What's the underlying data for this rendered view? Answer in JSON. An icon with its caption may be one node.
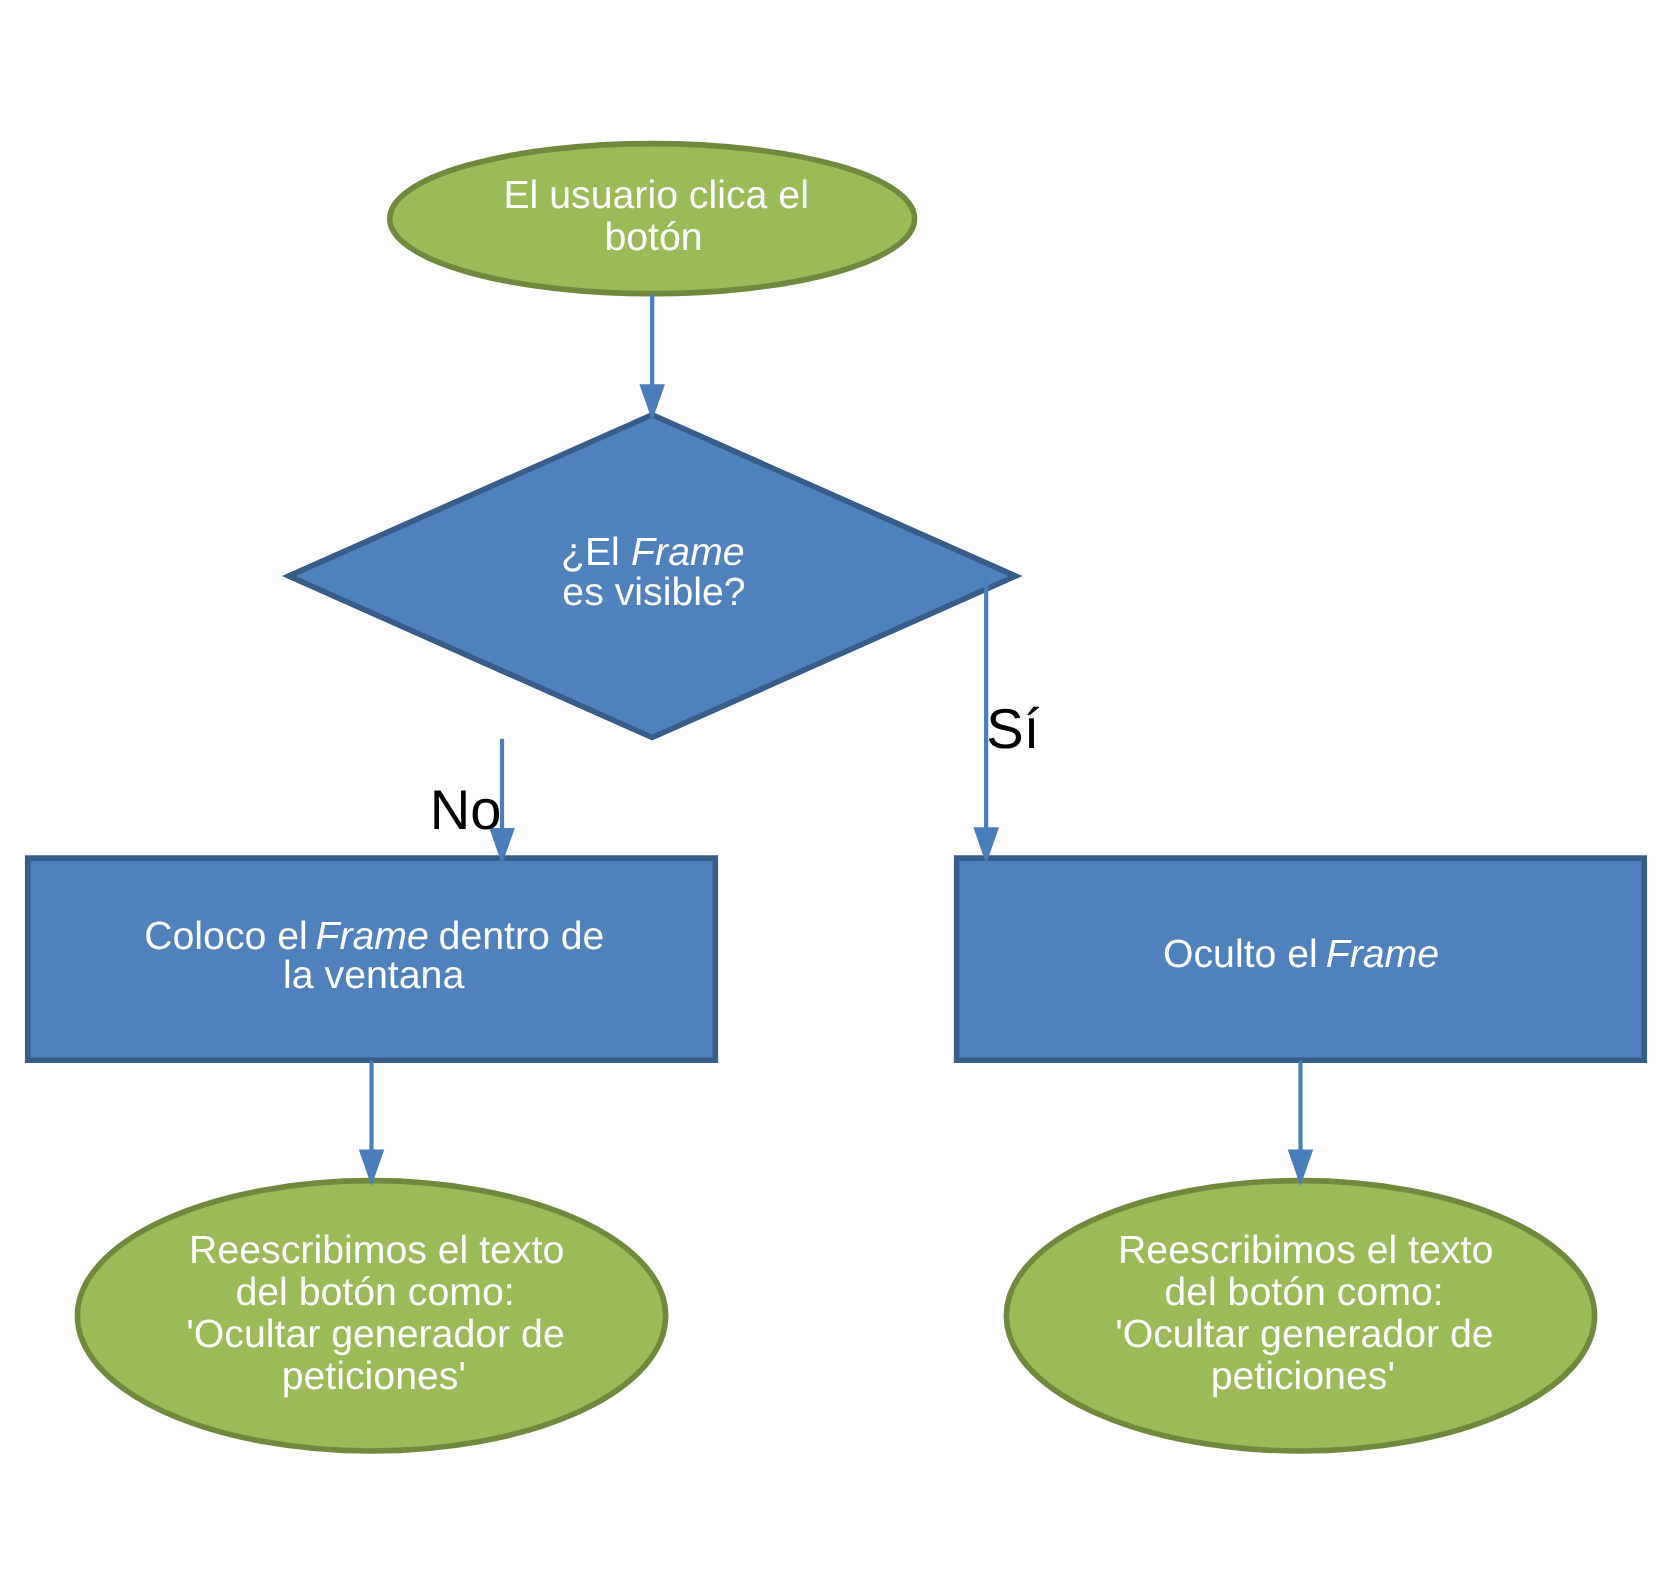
{
  "diagram": {
    "nodes": [
      {
        "text": [
          "El usuario clica el botón"
        ]
      },
      {
        "text": [
          "¿El *Frame* es visible?"
        ]
      },
      {
        "text": [
          "Coloco el *Frame* dentro de la ventana"
        ]
      },
      {
        "text": [
          "Oculto el *Frame*"
        ]
      },
      {
        "text": [
          "Reescribimos el texto del botón como: 'Ocultar generador de peticiones'"
        ]
      },
      {
        "text": [
          "Reescribimos el texto del botón como: 'Ocultar generador de peticiones'"
        ]
      }
    ],
    "edges": [
      {
        "from": 0,
        "to": 1,
        "arrow": "to"
      },
      {
        "from": 1,
        "to": 2,
        "arrow": "to",
        "label": "No"
      },
      {
        "from": 1,
        "to": 3,
        "arrow": "to",
        "label": "Sí"
      },
      {
        "from": 2,
        "to": 4,
        "arrow": "to"
      },
      {
        "from": 3,
        "to": 5,
        "arrow": "to"
      }
    ]
  }
}
